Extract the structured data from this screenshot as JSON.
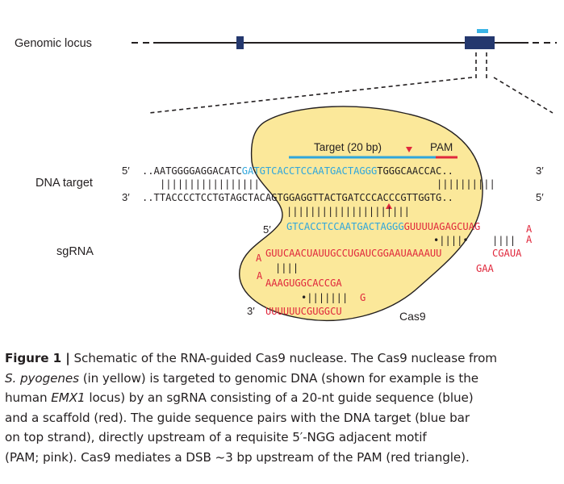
{
  "diagram": {
    "genomic_locus_label": "Genomic locus",
    "dna_target_label": "DNA target",
    "sgrna_label": "sgRNA",
    "cas9_label": "Cas9",
    "target_label": "Target (20 bp)",
    "pam_label": "PAM",
    "prime5": "5′",
    "prime3": "3′",
    "top_strand": {
      "left": "..AATGGGGAGGACATC",
      "blue": "GATGTCACCTCCAATGACTAGGG",
      "right": "TGGGCAACCAC.."
    },
    "top_pairs_left": "|||||||||||||||||",
    "top_pairs_right": "||||||||||",
    "bottom_strand": {
      "left": "..TTACCCCTCCTGTAGCT",
      "mid": "ACAGTGGAGGTTACTGATCCCACCC",
      "right": "GTTGGTG.."
    },
    "guide_pairs": "|||||||||||||||||||||",
    "sgrna_guide": "GTCACCTCCAATGACTAGGG",
    "sgrna_scaffold_1": "GUUUUAGAGCUAG",
    "stem1_pairs_left": "•||||•",
    "stem1_pairs_right": "||||",
    "sgrna_scaffold_2": "GUUCAACUAUUGCCUGAUCGGAAUAAAAUU",
    "loop_right": "CGAUA",
    "loop_tail": "GAA",
    "loop_a_right": "A",
    "loop_a_left": "A",
    "stem2_pairs": "||||",
    "sgrna_scaffold_3": "AAAGUGGCACCGA",
    "stem3_pairs": "•|||||||",
    "stem3_g": "G",
    "sgrna_tail": "UUUUUUCGUGGCU",
    "colors": {
      "cas9_fill": "#fbe89a",
      "cas9_stroke": "#231f20",
      "guide_blue": "#2fa6dc",
      "scaffold_red": "#e0283c",
      "pam_pink": "#e0283c",
      "locus_navy": "#24386e",
      "locus_tick_blue": "#3ab4e6"
    }
  },
  "caption": {
    "label": "Figure 1 |",
    "line1": " Schematic of the RNA-guided Cas9 nuclease. The Cas9 nuclease from",
    "line2_italic": "S. pyogenes",
    "line2": " (in yellow) is targeted to genomic DNA (shown for example is the",
    "line3a": "human ",
    "line3_italic": "EMX1",
    "line3b": " locus) by an sgRNA consisting of a 20-nt guide sequence (blue)",
    "line4": "and a scaffold (red). The guide sequence pairs with the DNA target (blue bar",
    "line5": "on top strand), directly upstream of a requisite 5′-NGG adjacent motif",
    "line6": "(PAM; pink). Cas9 mediates a DSB ~3 bp upstream of the PAM (red triangle)."
  }
}
